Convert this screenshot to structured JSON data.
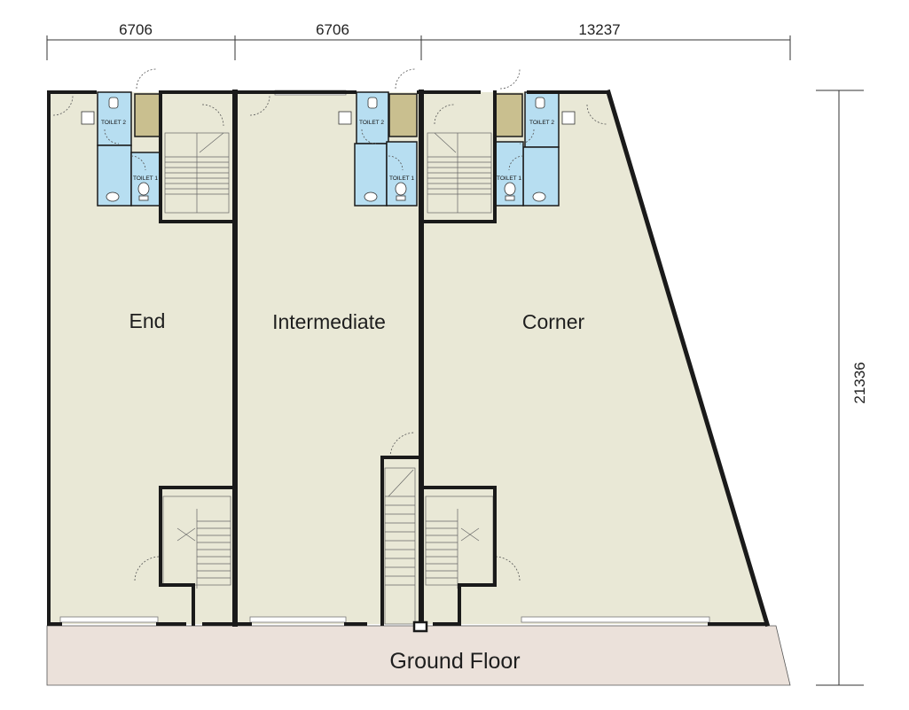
{
  "dimensions": {
    "width_end": "6706",
    "width_intermediate": "6706",
    "width_corner": "13237",
    "depth": "21336"
  },
  "units": {
    "end": "End",
    "intermediate": "Intermediate",
    "corner": "Corner"
  },
  "toilets": {
    "toilet_1": "TOILET 1",
    "toilet_2": "TOILET 2"
  },
  "floor_label": "Ground Floor",
  "colors": {
    "floor": "#e9e8d6",
    "walkway": "#ebe1da",
    "toilet": "#b7def1",
    "store": "#c9bf8f",
    "wall": "#1a1a1a"
  }
}
